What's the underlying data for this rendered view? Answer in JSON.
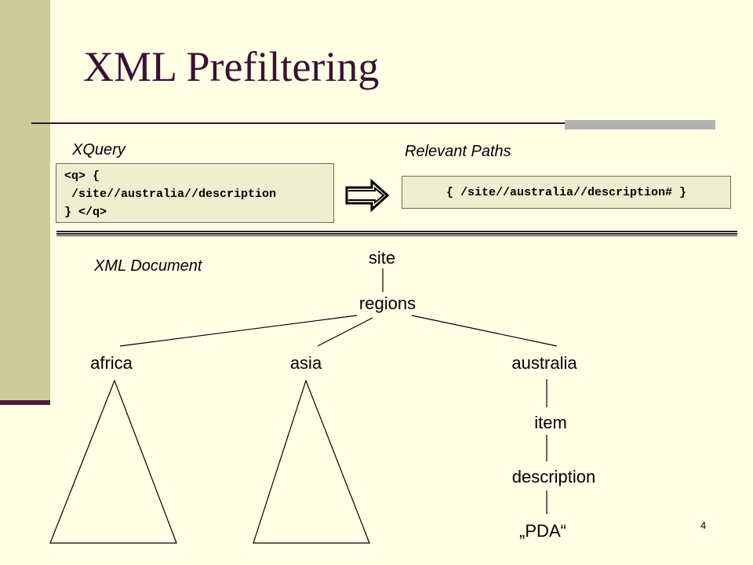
{
  "slide": {
    "title": "XML Prefiltering",
    "page_number": "4"
  },
  "xquery": {
    "label": "XQuery",
    "code": "<q> {\n /site//australia//description\n} </q>"
  },
  "relevant_paths": {
    "label": "Relevant Paths",
    "code": "{ /site//australia//description# }"
  },
  "xml_document": {
    "label": "XML Document",
    "nodes": {
      "site": "site",
      "regions": "regions",
      "africa": "africa",
      "asia": "asia",
      "australia": "australia",
      "item": "item",
      "description": "description",
      "pda": "„PDA“"
    }
  },
  "colors": {
    "background": "#ffffe5",
    "sidebar": "#cccc99",
    "title": "#3a1133",
    "codebox": "#eeeed0"
  },
  "icons": {
    "implication_arrow": "double-right-arrow-icon"
  }
}
